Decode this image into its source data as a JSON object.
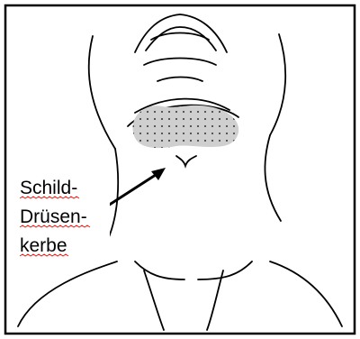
{
  "label": {
    "lines": [
      "Schild-",
      "Drüsen-",
      "kerbe"
    ]
  },
  "colors": {
    "ink": "#000000",
    "frame": "#000000",
    "shaded_area": "#cfcfcf",
    "dots": "#4a4a4a",
    "spellcheck_underline": "#e0201b",
    "background": "#ffffff"
  }
}
